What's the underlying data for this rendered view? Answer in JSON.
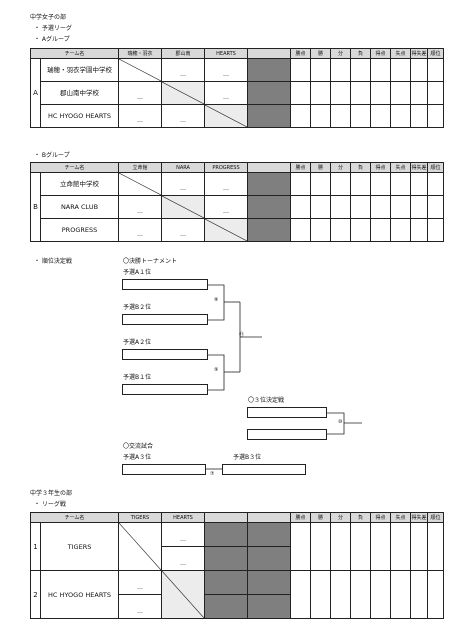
{
  "title": "中学女子の部",
  "prelim": "・ 予選リーグ",
  "groupA": {
    "heading": "・ Aグループ",
    "label": "A",
    "header_team": "チーム名",
    "cols": [
      "瑞穂・羽衣",
      "郡山南",
      "HEARTS"
    ],
    "teams": [
      "瑞穂・羽衣学園中学校",
      "郡山南中学校",
      "HC HYOGO HEARTS"
    ],
    "stats": [
      "勝点",
      "勝",
      "分",
      "負",
      "得点",
      "失点",
      "得失差",
      "順位"
    ],
    "dash": "＿"
  },
  "groupB": {
    "heading": "・ Bグループ",
    "label": "B",
    "header_team": "チーム名",
    "cols": [
      "立命館",
      "NARA",
      "PROGRESS"
    ],
    "teams": [
      "立命館中学校",
      "NARA CLUB",
      "PROGRESS"
    ],
    "stats": [
      "勝点",
      "勝",
      "分",
      "負",
      "得点",
      "失点",
      "得失差",
      "順位"
    ],
    "dash": "＿"
  },
  "ranking": {
    "heading": "・ 順位決定戦",
    "final_title": "〇決勝トーナメント",
    "slots": [
      "予選A１位",
      "予選B２位",
      "予選A２位",
      "予選B１位"
    ],
    "m8": "⑧",
    "m9": "⑨",
    "m11": "⑪",
    "third_title": "〇３位決定戦",
    "m10": "⑩",
    "exchange_title": "〇交流試合",
    "ex_left": "予選A３位",
    "ex_right": "予選B３位",
    "m7": "⑦"
  },
  "grade3": {
    "title": "中学３年生の部",
    "heading": "・ リーグ戦",
    "header_team": "チーム名",
    "cols": [
      "TIGERS",
      "HEARTS"
    ],
    "numbers": [
      "1",
      "2"
    ],
    "teams": [
      "TIGERS",
      "HC HYOGO HEARTS"
    ],
    "stats": [
      "勝点",
      "勝",
      "分",
      "負",
      "得点",
      "失点",
      "得失差",
      "順位"
    ],
    "dash": "＿"
  }
}
